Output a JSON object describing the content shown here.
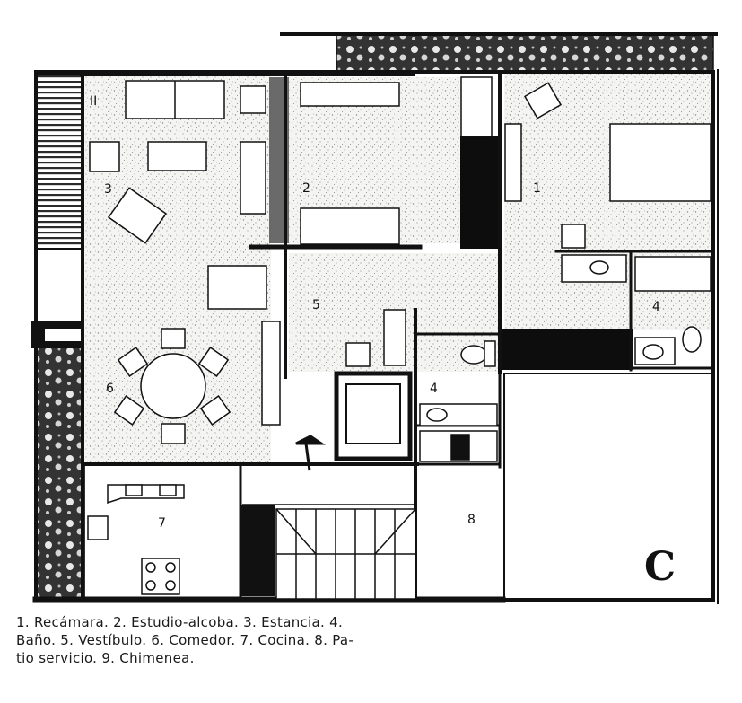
{
  "plan": {
    "rooms": [
      {
        "num": "1",
        "name": "Recámara"
      },
      {
        "num": "2",
        "name": "Estudio-alcoba"
      },
      {
        "num": "3",
        "name": "Estancia"
      },
      {
        "num": "4",
        "name": "Baño"
      },
      {
        "num": "5",
        "name": "Vestíbulo"
      },
      {
        "num": "6",
        "name": "Comedor"
      },
      {
        "num": "7",
        "name": "Cocina"
      },
      {
        "num": "8",
        "name": "Patio servicio"
      },
      {
        "num": "9",
        "name": "Chimenea"
      }
    ],
    "labels": {
      "bedroom": "1",
      "study": "2",
      "living": "3",
      "bath_a": "4",
      "bath_b": "4",
      "hall": "5",
      "dining": "6",
      "kitchen": "7",
      "service": "8",
      "fireplace_mark": "II"
    },
    "plate_letter": "C"
  },
  "caption": {
    "line1": "1. Recámara. 2. Estudio-alcoba. 3. Estancia. 4.",
    "line2": "Baño. 5. Vestíbulo. 6. Comedor. 7. Cocina. 8. Pa-",
    "line3": "tio servicio. 9. Chimenea."
  }
}
